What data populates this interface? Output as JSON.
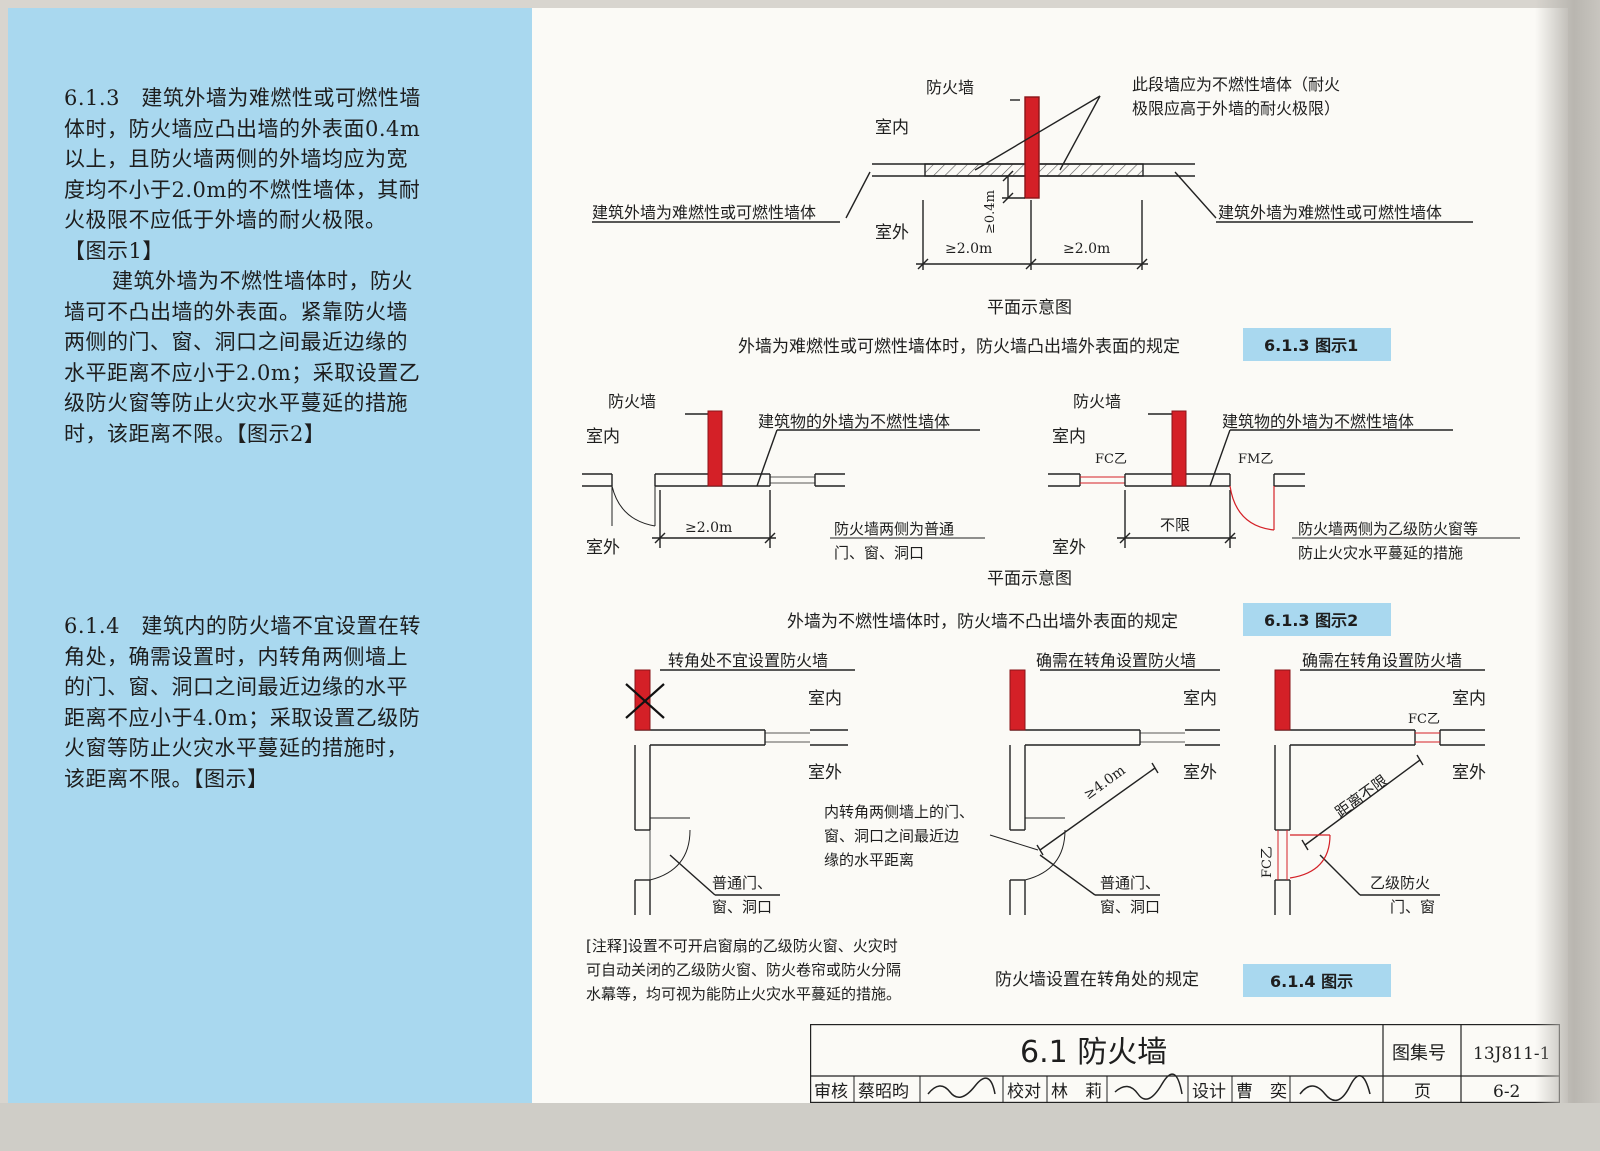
{
  "clauses": [
    {
      "id": "6.1.3",
      "lines": [
        "6.1.3　建筑外墙为难燃性或可燃性墙",
        "体时，防火墙应凸出墙的外表面0.4m",
        "以上，且防火墙两侧的外墙均应为宽",
        "度均不小于2.0m的不燃性墙体，其耐",
        "火极限不应低于外墙的耐火极限。",
        "【图示1】"
      ],
      "para2": [
        "建筑外墙为不燃性墙体时，防火",
        "墙可不凸出墙的外表面。紧靠防火墙",
        "两侧的门、窗、洞口之间最近边缘的",
        "水平距离不应小于2.0m；采取设置乙",
        "级防火窗等防止火灾水平蔓延的措施",
        "时，该距离不限。【图示2】"
      ]
    },
    {
      "id": "6.1.4",
      "lines": [
        "6.1.4　建筑内的防火墙不宜设置在转",
        "角处，确需设置时，内转角两侧墙上",
        "的门、窗、洞口之间最近边缘的水平",
        "距离不应小于4.0m；采取设置乙级防",
        "火窗等防止火灾水平蔓延的措施时，",
        "该距离不限。【图示】"
      ]
    }
  ],
  "fig1": {
    "label_firewall": "防火墙",
    "label_note_1": "此段墙应为不燃性墙体（耐火",
    "label_note_2": "极限应高于外墙的耐火极限）",
    "label_indoor": "室内",
    "label_outdoor": "室外",
    "label_left_wall": "建筑外墙为难燃性或可燃性墙体",
    "label_right_wall": "建筑外墙为难燃性或可燃性墙体",
    "dim_protrude": "≥0.4m",
    "dim_left": "≥2.0m",
    "dim_right": "≥2.0m",
    "plan_label": "平面示意图",
    "caption": "外墙为难燃性或可燃性墙体时，防火墙凸出墙外表面的规定",
    "badge": "6.1.3 图示1"
  },
  "fig2": {
    "left": {
      "label_firewall": "防火墙",
      "label_indoor": "室内",
      "label_outdoor": "室外",
      "label_wall": "建筑物的外墙为不燃性墙体",
      "dim": "≥2.0m",
      "note_1": "防火墙两侧为普通",
      "note_2": "门、窗、洞口"
    },
    "right": {
      "label_firewall": "防火墙",
      "label_indoor": "室内",
      "label_outdoor": "室外",
      "label_wall": "建筑物的外墙为不燃性墙体",
      "label_fc": "FC乙",
      "label_fm": "FM乙",
      "dim": "不限",
      "note_1": "防火墙两侧为乙级防火窗等",
      "note_2": "防止火灾水平蔓延的措施"
    },
    "plan_label": "平面示意图",
    "caption": "外墙为不燃性墙体时，防火墙不凸出墙外表面的规定",
    "badge": "6.1.3 图示2"
  },
  "fig3": {
    "a": {
      "title": "转角处不宜设置防火墙",
      "indoor": "室内",
      "outdoor": "室外",
      "note_1": "普通门、",
      "note_2": "窗、洞口"
    },
    "b": {
      "title": "确需在转角设置防火墙",
      "indoor": "室内",
      "outdoor": "室外",
      "dim": "≥4.0m",
      "callout_1": "内转角两侧墙上的门、",
      "callout_2": "窗、洞口之间最近边",
      "callout_3": "缘的水平距离",
      "note_1": "普通门、",
      "note_2": "窗、洞口"
    },
    "c": {
      "title": "确需在转角设置防火墙",
      "indoor": "室内",
      "outdoor": "室外",
      "label_fc_top": "FC乙",
      "label_fc_side": "FC乙",
      "dim": "距离不限",
      "note_1": "乙级防火",
      "note_2": "门、窗"
    },
    "annotation_1": "[注释]设置不可开启窗扇的乙级防火窗、火灾时",
    "annotation_2": "可自动关闭的乙级防火窗、防火卷帘或防火分隔",
    "annotation_3": "水幕等，均可视为能防止火灾水平蔓延的措施。",
    "caption": "防火墙设置在转角处的规定",
    "badge": "6.1.4 图示"
  },
  "title_block": {
    "title": "6.1 防火墙",
    "atlas_label": "图集号",
    "atlas_no": "13J811-1",
    "review_label": "审核",
    "review_name": "蔡昭昀",
    "check_label": "校对",
    "check_name": "林　莉",
    "design_label": "设计",
    "design_name": "曹　奕",
    "page_label": "页",
    "page_no": "6-2"
  },
  "colors": {
    "firewall": "#d42027",
    "badge": "#a9d8ef",
    "left_panel": "#a9d8ef"
  }
}
